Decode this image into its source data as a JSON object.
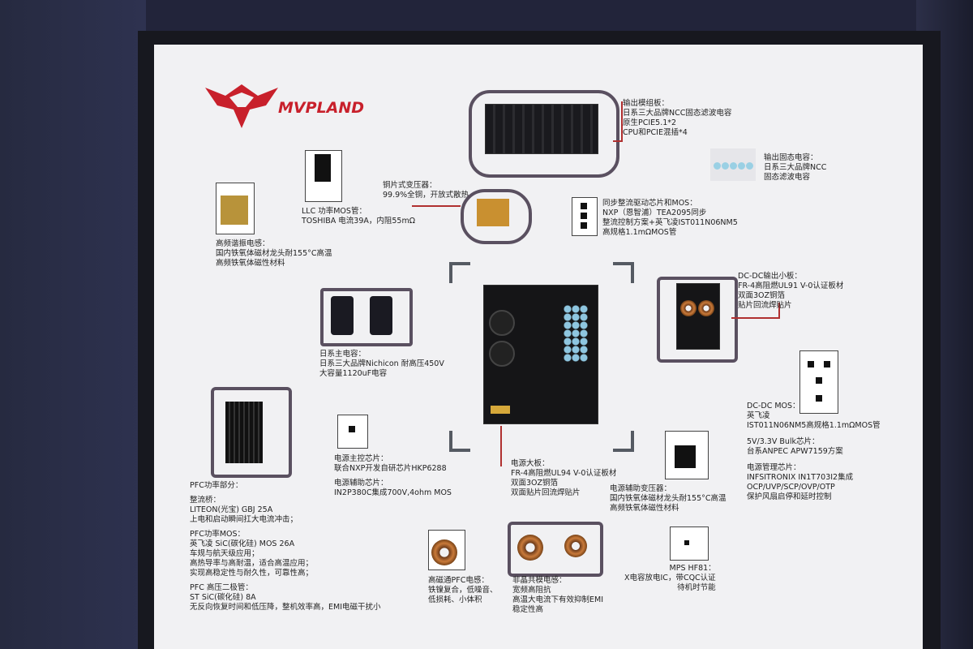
{
  "brand": {
    "logo_text": "MVPLAND",
    "accent": "#c8202b"
  },
  "labels": {
    "output_module": [
      "输出模组板：",
      "日系三大品牌NCC固态滤波电容",
      "原生PCIE5.1*2",
      "CPU和PCIE混插*4"
    ],
    "output_caps": [
      "输出固态电容：",
      "日系三大品牌NCC",
      "固态滤波电容"
    ],
    "llc_mos": [
      "LLC 功率MOS管：",
      "TOSHIBA 电流39A，内阻55mΩ"
    ],
    "copper_transformer": [
      "铜片式变压器：",
      "99.9%全铜，开放式散热"
    ],
    "sync_rect": [
      "同步整流驱动芯片和MOS：",
      "NXP（恩智浦）TEA2095同步",
      "整流控制方案+英飞凌IST011N06NM5",
      "高规格1.1mΩMOS管"
    ],
    "hf_inductor": [
      "高频谐振电感：",
      "国内铁氧体磁材龙头耐155°C高温",
      "高频铁氧体磁性材料"
    ],
    "main_caps": [
      "日系主电容：",
      "日系三大品牌Nichicon 耐高压450V",
      "大容量1120uF电容"
    ],
    "dcdc_board": [
      "DC-DC输出小板：",
      "FR-4高阻燃UL91 V-0认证板材",
      "双面3OZ铜箔",
      "贴片回流焊贴片"
    ],
    "dcdc_mos": [
      "DC-DC MOS：",
      "英飞凌",
      "IST011N06NM5高规格1.1mΩMOS管"
    ],
    "bulk_chip": [
      "5V/3.3V Bulk芯片：",
      "台系ANPEC APW7159方案"
    ],
    "pm_chip": [
      "电源管理芯片：",
      "INFSITRONIX IN1T703I2集成",
      "OCP/UVP/SCP/OVP/OTP",
      "保护风扇启停和延时控制"
    ],
    "pfc_section": [
      "PFC功率部分：",
      "",
      "整流桥：",
      "LITEON(光宝) GBJ 25A",
      "上电和启动瞬间扛大电流冲击；",
      "",
      "PFC功率MOS：",
      "英飞凌 SiC(碳化硅) MOS 26A",
      "车规与航天级应用；",
      "高热导率与高耐温，适合高温应用；",
      "实现高稳定性与耐久性，可靠性高；",
      "",
      "PFC 高压二极管：",
      "ST SiC(碳化硅) 8A",
      "无反向恢复时间和低压降，整机效率高，EMI电磁干扰小"
    ],
    "main_ctrl": [
      "电源主控芯片：",
      "联合NXP开发自研芯片HKP6288"
    ],
    "aux_chip": [
      "电源辅助芯片：",
      "IN2P380C集成700V,4ohm MOS"
    ],
    "main_board": [
      "电源大板：",
      "FR-4高阻燃UL94 V-0认证板材",
      "双面3OZ铜箔",
      "双面贴片回流焊贴片"
    ],
    "aux_transformer": [
      "电源辅助变压器：",
      "国内铁氧体磁材龙头耐155°C高温",
      "高频铁氧体磁性材料"
    ],
    "pfc_inductor": [
      "高磁通PFC电感：",
      "铁镍复合，低噪音、",
      "低损耗、小体积"
    ],
    "cm_choke": [
      "非晶共模电感：",
      "宽频高阻抗",
      "高温大电流下有效抑制EMI",
      "稳定性高"
    ],
    "mps": [
      "MPS HF81：",
      "X电容放电IC，带CQC认证",
      "待机时节能"
    ]
  }
}
